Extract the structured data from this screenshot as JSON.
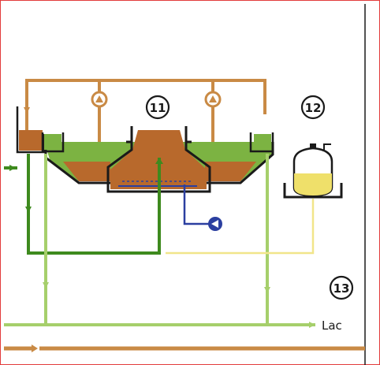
{
  "labels": {
    "unit_11": "11",
    "unit_12": "12",
    "unit_13": "13",
    "outlet": "Lac"
  },
  "colors": {
    "orange_pipe": "#c98a45",
    "orange_fill": "#b8692c",
    "green_dark": "#3e8a1e",
    "green_light": "#a6cf6b",
    "green_fill": "#7cb342",
    "yellow_pipe": "#f1e58a",
    "yellow_fill": "#efe06a",
    "blue_pipe": "#2b3fa0",
    "border": "#e23b3b",
    "outline": "#1a1a1a"
  }
}
